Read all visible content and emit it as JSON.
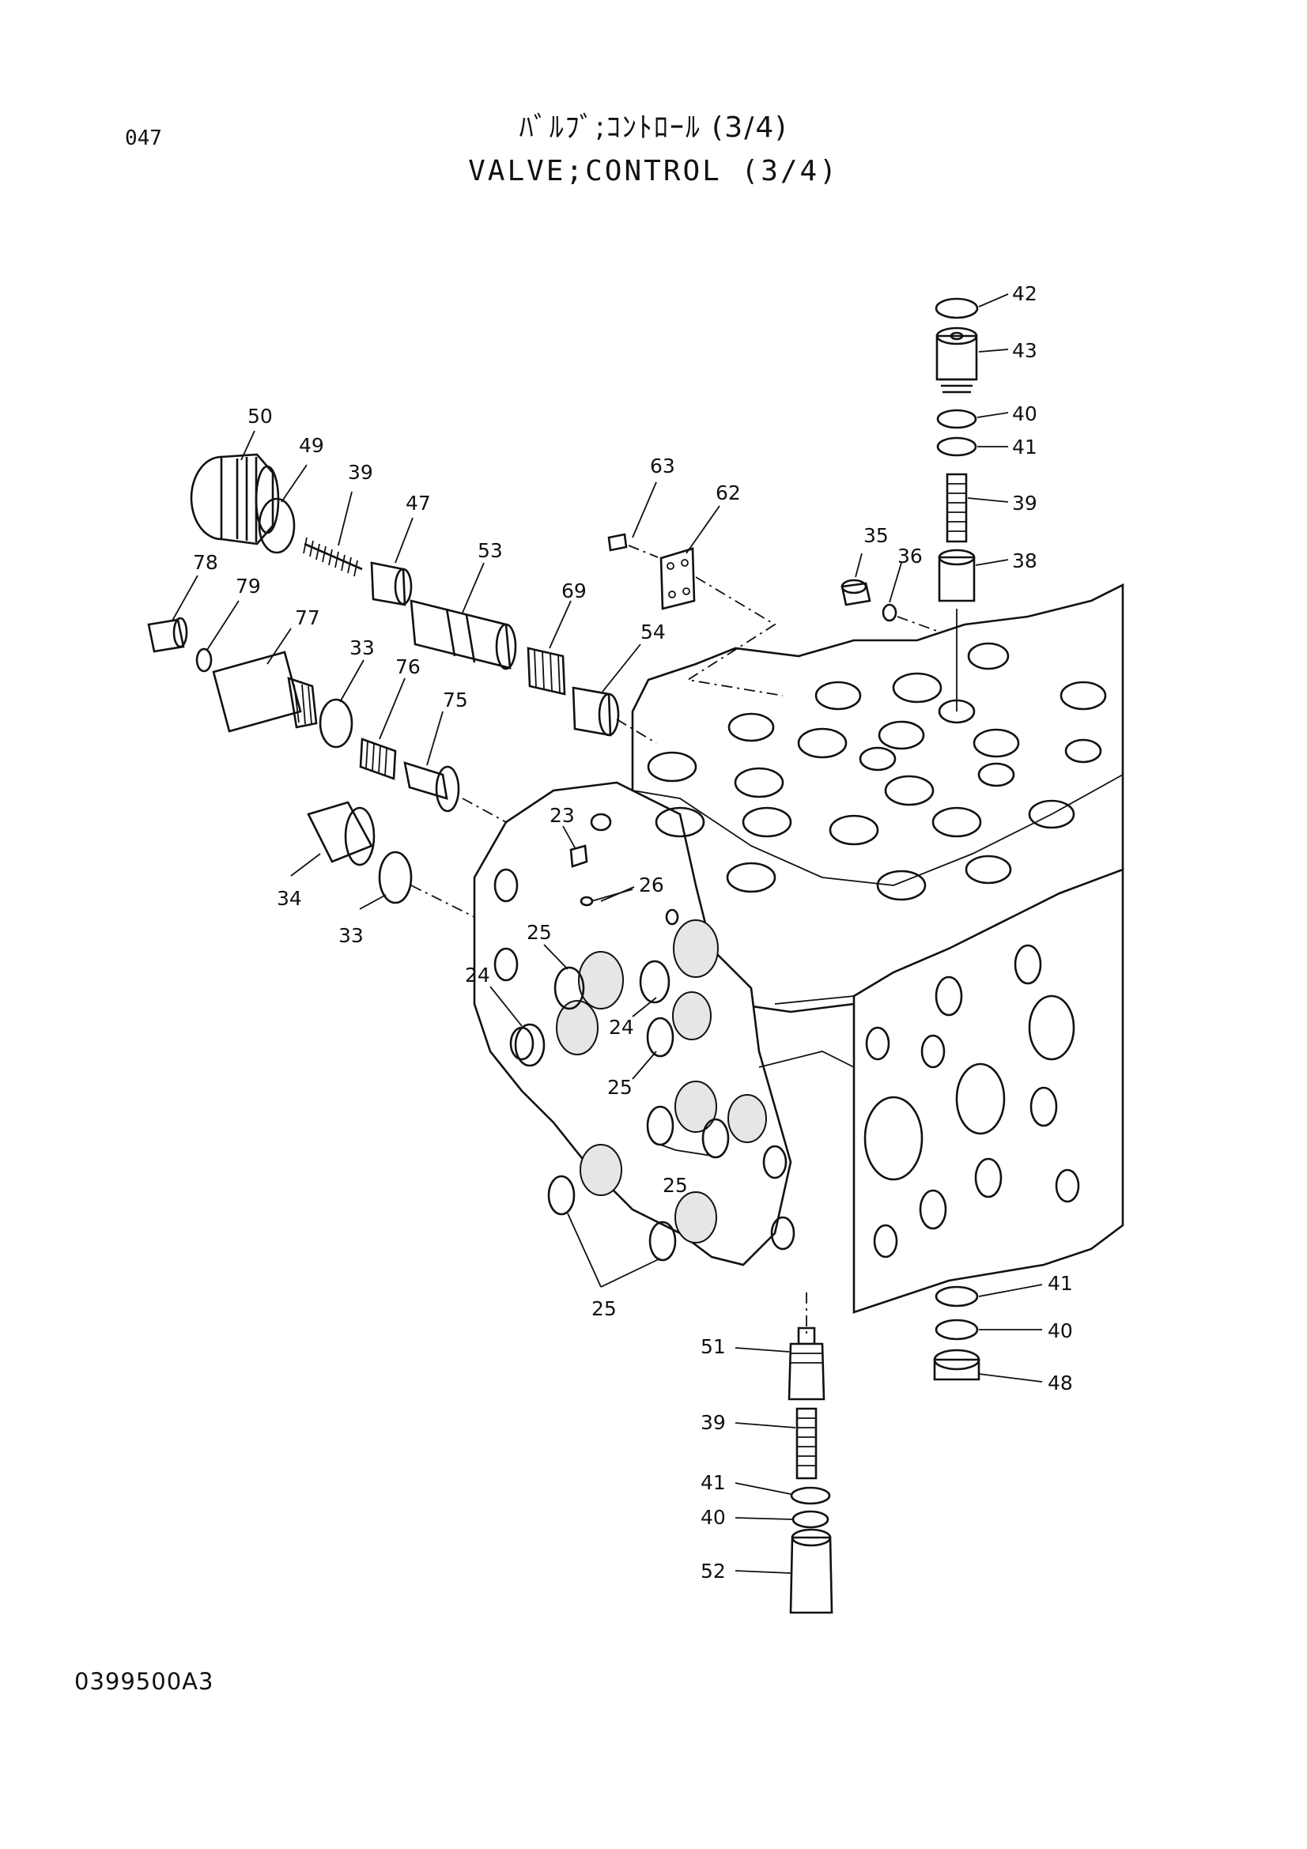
{
  "header": {
    "page_number": "047",
    "title_jp": "ﾊﾞﾙﾌﾞ;ｺﾝﾄﾛｰﾙ (3/4)",
    "title_en": "VALVE;CONTROL (3/4)"
  },
  "footer": {
    "drawing_code": "0399500A3"
  },
  "callouts": [
    {
      "key": "c42",
      "text": "42"
    },
    {
      "key": "c43",
      "text": "43"
    },
    {
      "key": "c40a",
      "text": "40"
    },
    {
      "key": "c41a",
      "text": "41"
    },
    {
      "key": "c39a",
      "text": "39"
    },
    {
      "key": "c38",
      "text": "38"
    },
    {
      "key": "c35",
      "text": "35"
    },
    {
      "key": "c36",
      "text": "36"
    },
    {
      "key": "c50",
      "text": "50"
    },
    {
      "key": "c49",
      "text": "49"
    },
    {
      "key": "c39b",
      "text": "39"
    },
    {
      "key": "c47",
      "text": "47"
    },
    {
      "key": "c53",
      "text": "53"
    },
    {
      "key": "c63",
      "text": "63"
    },
    {
      "key": "c62",
      "text": "62"
    },
    {
      "key": "c78",
      "text": "78"
    },
    {
      "key": "c79",
      "text": "79"
    },
    {
      "key": "c77",
      "text": "77"
    },
    {
      "key": "c69",
      "text": "69"
    },
    {
      "key": "c54",
      "text": "54"
    },
    {
      "key": "c33a",
      "text": "33"
    },
    {
      "key": "c76",
      "text": "76"
    },
    {
      "key": "c75",
      "text": "75"
    },
    {
      "key": "c23",
      "text": "23"
    },
    {
      "key": "c26",
      "text": "26"
    },
    {
      "key": "c34",
      "text": "34"
    },
    {
      "key": "c33b",
      "text": "33"
    },
    {
      "key": "c25a",
      "text": "25"
    },
    {
      "key": "c24a",
      "text": "24"
    },
    {
      "key": "c24b",
      "text": "24"
    },
    {
      "key": "c25b",
      "text": "25"
    },
    {
      "key": "c25c",
      "text": "25"
    },
    {
      "key": "c25d",
      "text": "25"
    },
    {
      "key": "c41b",
      "text": "41"
    },
    {
      "key": "c40b",
      "text": "40"
    },
    {
      "key": "c48",
      "text": "48"
    },
    {
      "key": "c51",
      "text": "51"
    },
    {
      "key": "c39c",
      "text": "39"
    },
    {
      "key": "c41c",
      "text": "41"
    },
    {
      "key": "c40c",
      "text": "40"
    },
    {
      "key": "c52",
      "text": "52"
    }
  ]
}
